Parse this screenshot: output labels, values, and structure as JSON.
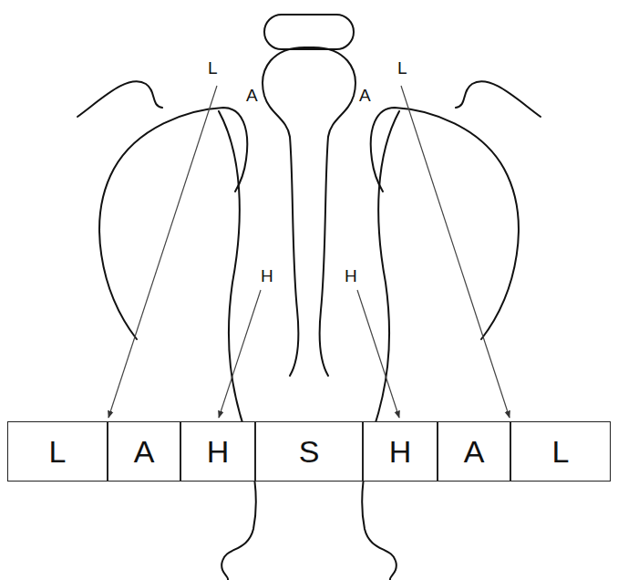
{
  "diagram": {
    "nodes": [
      {
        "text": [
          "L"
        ]
      },
      {
        "text": [
          "A"
        ]
      },
      {
        "text": [
          "H"
        ]
      },
      {
        "text": [
          "S"
        ]
      },
      {
        "text": [
          "H"
        ]
      },
      {
        "text": [
          "A"
        ]
      },
      {
        "text": [
          "L"
        ]
      }
    ],
    "labels": [
      "L",
      "A",
      "A",
      "L",
      "H",
      "H"
    ]
  }
}
